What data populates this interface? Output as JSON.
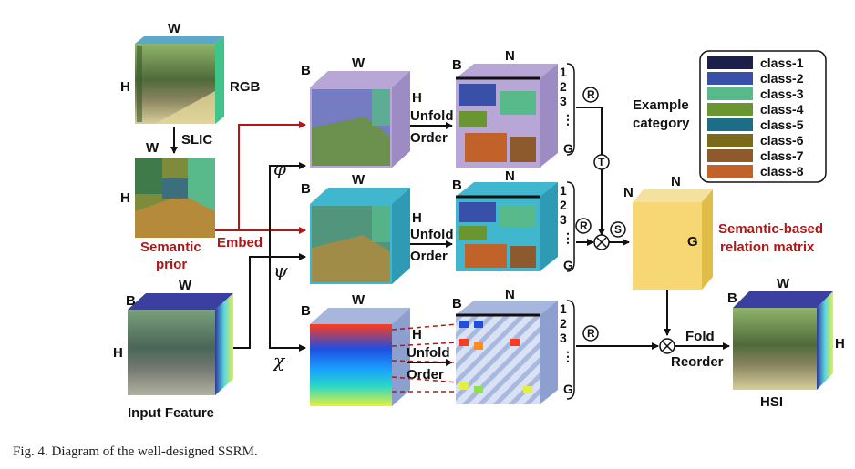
{
  "caption": "Fig. 4.   Diagram of the well-designed SSRM.",
  "dims": {
    "B": "B",
    "W": "W",
    "H": "H",
    "N": "N",
    "G": "G"
  },
  "rgb_label": "RGB",
  "slic_label": "SLIC",
  "semantic_prior": [
    "Semantic",
    "prior"
  ],
  "embed_label": "Embed",
  "input_feature_label": "Input Feature",
  "greek": {
    "phi": "φ",
    "psi": "ψ",
    "chi": "χ"
  },
  "unfold_order": [
    "Unfold",
    "Order"
  ],
  "index_numbers": [
    "1",
    "2",
    "3",
    "⋮"
  ],
  "operators": {
    "reshape": "R",
    "transpose": "T",
    "softmax": "S",
    "multiply": "×"
  },
  "semantic_relation": [
    "Semantic-based",
    "relation matrix"
  ],
  "fold_reorder": [
    "Fold",
    "Reorder"
  ],
  "hsi_label": "HSI",
  "example_category": [
    "Example",
    "category"
  ],
  "legend": [
    {
      "label": "class-1",
      "color": "#1c1f4a"
    },
    {
      "label": "class-2",
      "color": "#3950a8"
    },
    {
      "label": "class-3",
      "color": "#58b98a"
    },
    {
      "label": "class-4",
      "color": "#6a9632"
    },
    {
      "label": "class-5",
      "color": "#1d6d86"
    },
    {
      "label": "class-6",
      "color": "#7a6a1a"
    },
    {
      "label": "class-7",
      "color": "#8c5a2c"
    },
    {
      "label": "class-8",
      "color": "#c0622a"
    }
  ],
  "colors": {
    "red_arrow": "#b01818",
    "cube_purple": "#b7a6d6",
    "cube_cyan": "#40b6cf",
    "cube_blue": "#a6b6dc",
    "relation_matrix": "#f7d774"
  }
}
